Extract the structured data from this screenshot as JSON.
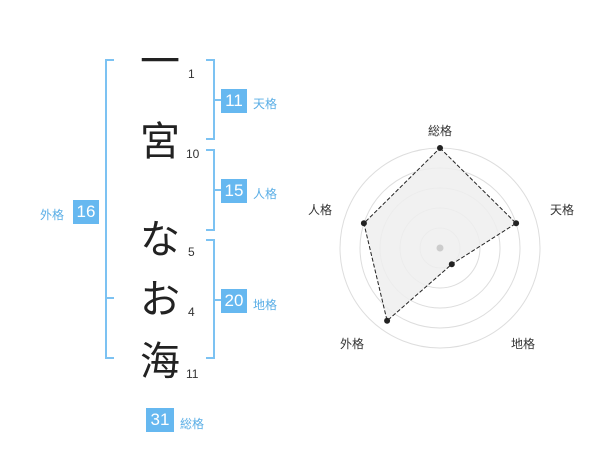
{
  "name": {
    "characters": [
      {
        "char": "一",
        "strokes": "1"
      },
      {
        "char": "宮",
        "strokes": "10"
      },
      {
        "char": "な",
        "strokes": "5"
      },
      {
        "char": "お",
        "strokes": "4"
      },
      {
        "char": "海",
        "strokes": "11"
      }
    ]
  },
  "scores": {
    "tenkaku": {
      "label": "天格",
      "value": "11"
    },
    "jinkaku": {
      "label": "人格",
      "value": "15"
    },
    "chikaku": {
      "label": "地格",
      "value": "20"
    },
    "gaikaku": {
      "label": "外格",
      "value": "16"
    },
    "soukaku": {
      "label": "総格",
      "value": "31"
    }
  },
  "colors": {
    "accent": "#66b8f0",
    "bracket": "#7cc2f2",
    "kaku_text": "#5aaee6",
    "radar_fill": "#eeeeee",
    "radar_ring": "#dddddd",
    "radar_line": "#222222"
  },
  "chart_data": {
    "type": "radar",
    "axes": [
      "総格",
      "天格",
      "地格",
      "外格",
      "人格"
    ],
    "values": [
      1.0,
      0.8,
      0.2,
      0.9,
      0.8
    ],
    "rlim": [
      0,
      1
    ],
    "rings": 5,
    "grid": true
  }
}
